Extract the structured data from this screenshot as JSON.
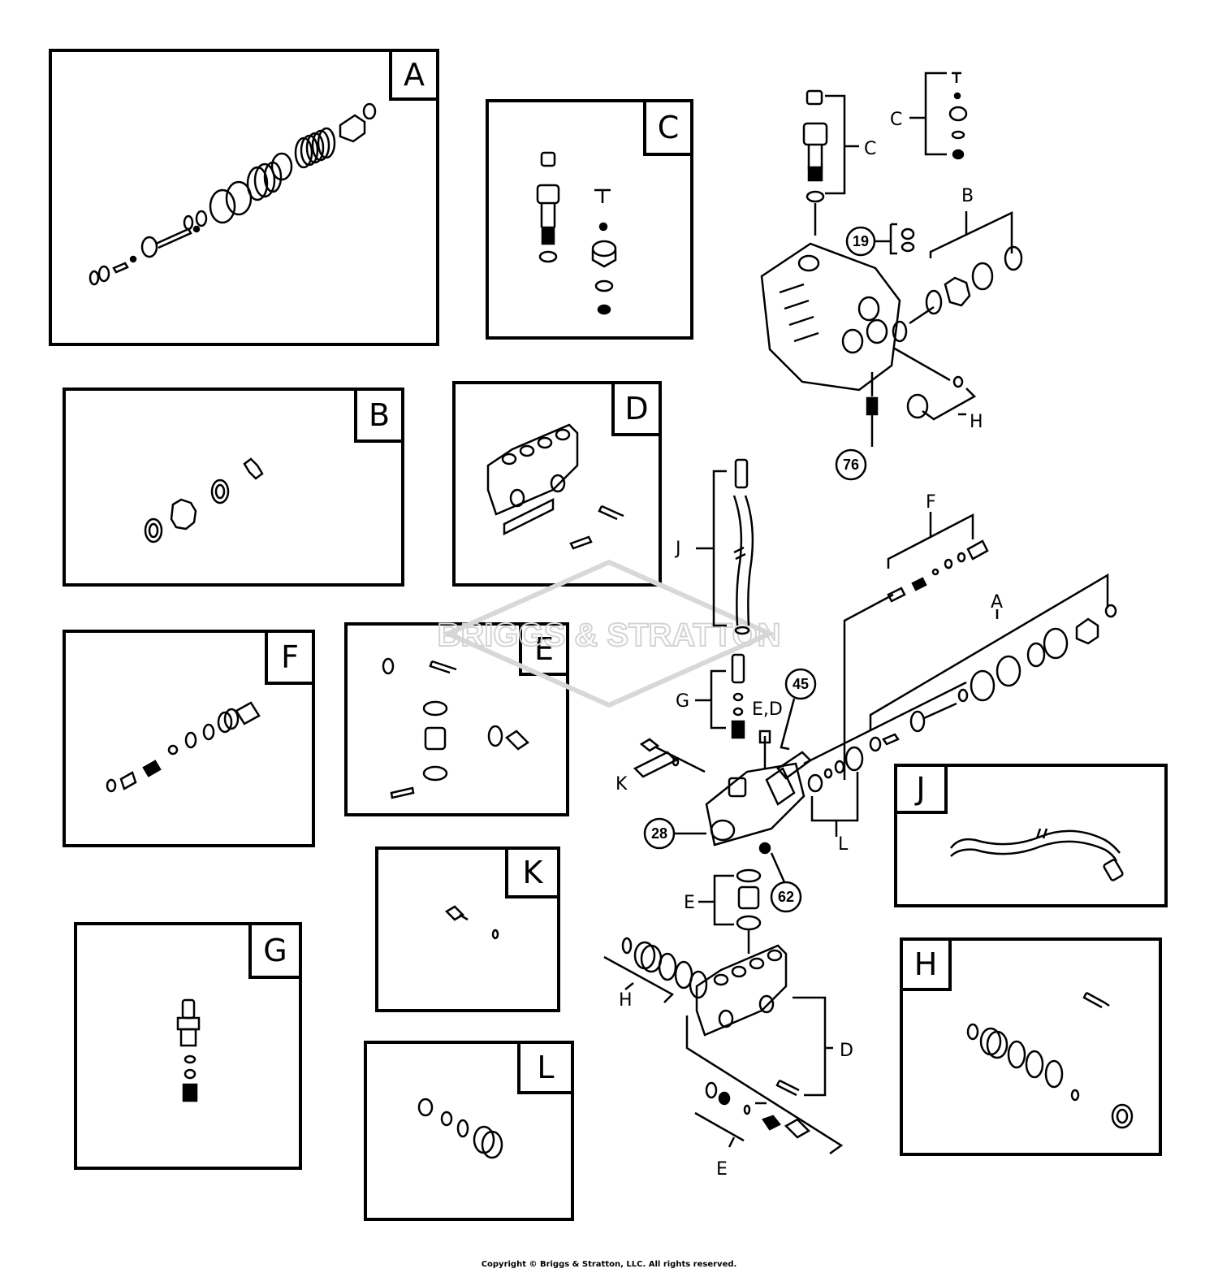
{
  "watermark": "BRIGGS & STRATTON",
  "copyright": "Copyright © Briggs & Stratton, LLC. All rights reserved.",
  "kits": [
    {
      "id": "A",
      "label": "A"
    },
    {
      "id": "B",
      "label": "B"
    },
    {
      "id": "C",
      "label": "C"
    },
    {
      "id": "D",
      "label": "D"
    },
    {
      "id": "E",
      "label": "E"
    },
    {
      "id": "F",
      "label": "F"
    },
    {
      "id": "G",
      "label": "G"
    },
    {
      "id": "H",
      "label": "H"
    },
    {
      "id": "J",
      "label": "J"
    },
    {
      "id": "K",
      "label": "K"
    },
    {
      "id": "L",
      "label": "L"
    }
  ],
  "callouts": {
    "c19": "19",
    "c76": "76",
    "c45": "45",
    "c28": "28",
    "c62": "62"
  },
  "assembly_labels": {
    "C1": "C",
    "C2": "C",
    "B": "B",
    "H1": "H",
    "F": "F",
    "A": "A",
    "J": "J",
    "G": "G",
    "ED": "E,D",
    "K": "K",
    "L": "L",
    "E1": "E",
    "H2": "H",
    "D": "D",
    "E2": "E"
  }
}
